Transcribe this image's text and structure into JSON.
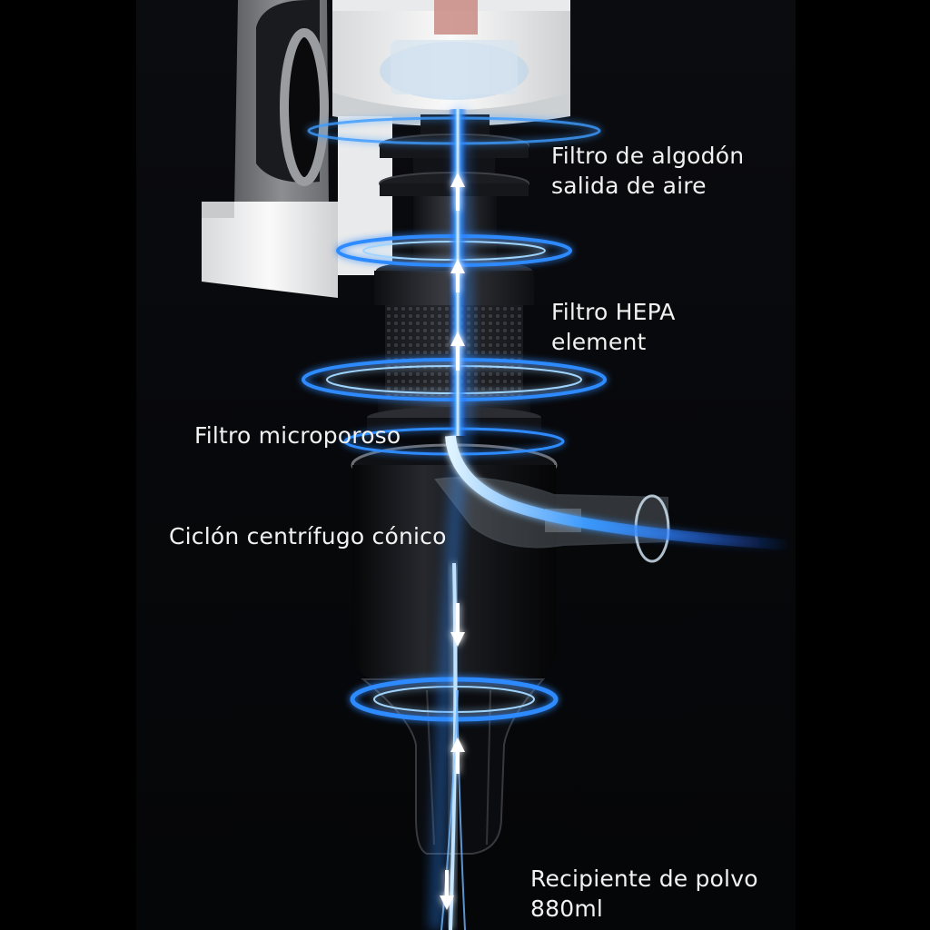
{
  "labels": {
    "cotton_filter": {
      "line1": "Filtro de algodón",
      "line2": "salida de aire"
    },
    "hepa_filter": {
      "line1": "Filtro HEPA",
      "line2": "element"
    },
    "microporous_filter": {
      "line1": "Filtro microporoso"
    },
    "cyclone": {
      "line1": "Ciclón centrífugo cónico"
    },
    "dust_bin": {
      "line1": "Recipiente de polvo",
      "line2": "880ml"
    }
  },
  "colors": {
    "background": "#000000",
    "panel": "#0a0b0f",
    "airflow_blue": "#2f8bff",
    "airflow_glow": "#9fd4ff",
    "housing_white": "#f2f2f2",
    "housing_grey": "#7d7f84",
    "filter_black": "#1a1b1f",
    "label_text": "#f2f2f2"
  },
  "icons": [
    "airflow-arrow-up-icon",
    "airflow-arrow-down-icon",
    "vortex-ring-icon"
  ]
}
